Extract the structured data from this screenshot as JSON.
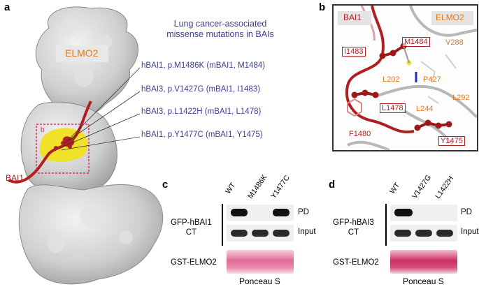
{
  "panel_a": {
    "letter": "a",
    "title_line1": "Lung cancer-associated",
    "title_line2": "missense mutations in BAIs",
    "elmo2_label": "ELMO2",
    "bai1_label": "BAI1",
    "inset_letter": "b",
    "mutations": [
      "hBAI1, p.M1486K (mBAI1, M1484)",
      "hBAI3, p.V1427G (mBAI1, I1483)",
      "hBAI3, p.L1422H (mBAI1, L1478)",
      "hBAI1, p.Y1477C (mBAI1, Y1475)"
    ]
  },
  "panel_b": {
    "letter": "b",
    "bai1_label": "BAI1",
    "elmo2_label": "ELMO2",
    "boxed_residues": [
      "I1483",
      "M1484",
      "L1478",
      "Y1475"
    ],
    "elmo_residues": [
      "V288",
      "L202",
      "P427",
      "L244",
      "L292"
    ],
    "red_residues": [
      "F1480"
    ]
  },
  "panel_c": {
    "letter": "c",
    "lanes": [
      "WT",
      "M1486K",
      "Y1477C"
    ],
    "sample_label_line1": "GFP-hBAI1",
    "sample_label_line2": "CT",
    "pd_label": "PD",
    "input_label": "Input",
    "gst_label": "GST-ELMO2",
    "stain_label": "Ponceau S",
    "pd_bands": [
      1,
      0,
      1
    ],
    "input_bands": [
      1,
      1,
      1
    ]
  },
  "panel_d": {
    "letter": "d",
    "lanes": [
      "WT",
      "V1427G",
      "L1422H"
    ],
    "sample_label_line1": "GFP-hBAI3",
    "sample_label_line2": "CT",
    "pd_label": "PD",
    "input_label": "Input",
    "gst_label": "GST-ELMO2",
    "stain_label": "Ponceau S",
    "pd_bands": [
      1,
      0,
      0
    ],
    "input_bands": [
      1,
      1,
      1
    ]
  },
  "colors": {
    "surface": "#c8c8c8",
    "bai1": "#b02020",
    "interface": "#f0e020",
    "text_blue": "#3a3f8f",
    "orange": "#e07a1a",
    "ponceau": "#d94a7a"
  }
}
